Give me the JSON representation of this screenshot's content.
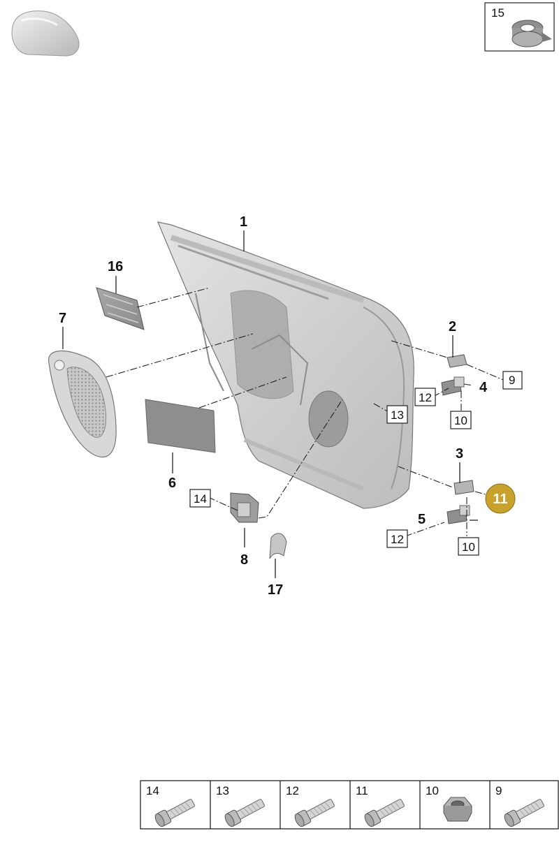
{
  "diagram": {
    "part_labels": {
      "p1": "1",
      "p2": "2",
      "p3": "3",
      "p4": "4",
      "p5": "5",
      "p6": "6",
      "p7": "7",
      "p8": "8",
      "p9": "9",
      "p10a": "10",
      "p10b": "10",
      "p11": "11",
      "p12a": "12",
      "p12b": "12",
      "p13": "13",
      "p14": "14",
      "p15": "15",
      "p16": "16",
      "p17": "17"
    },
    "highlight_color": "#c9a22c"
  },
  "fastener_table": {
    "cells": [
      {
        "label": "14",
        "icon": "bolt-icon"
      },
      {
        "label": "13",
        "icon": "bolt-icon"
      },
      {
        "label": "12",
        "icon": "bolt-icon"
      },
      {
        "label": "11",
        "icon": "bolt-icon"
      },
      {
        "label": "10",
        "icon": "nut-icon"
      },
      {
        "label": "9",
        "icon": "bolt-icon"
      }
    ]
  }
}
